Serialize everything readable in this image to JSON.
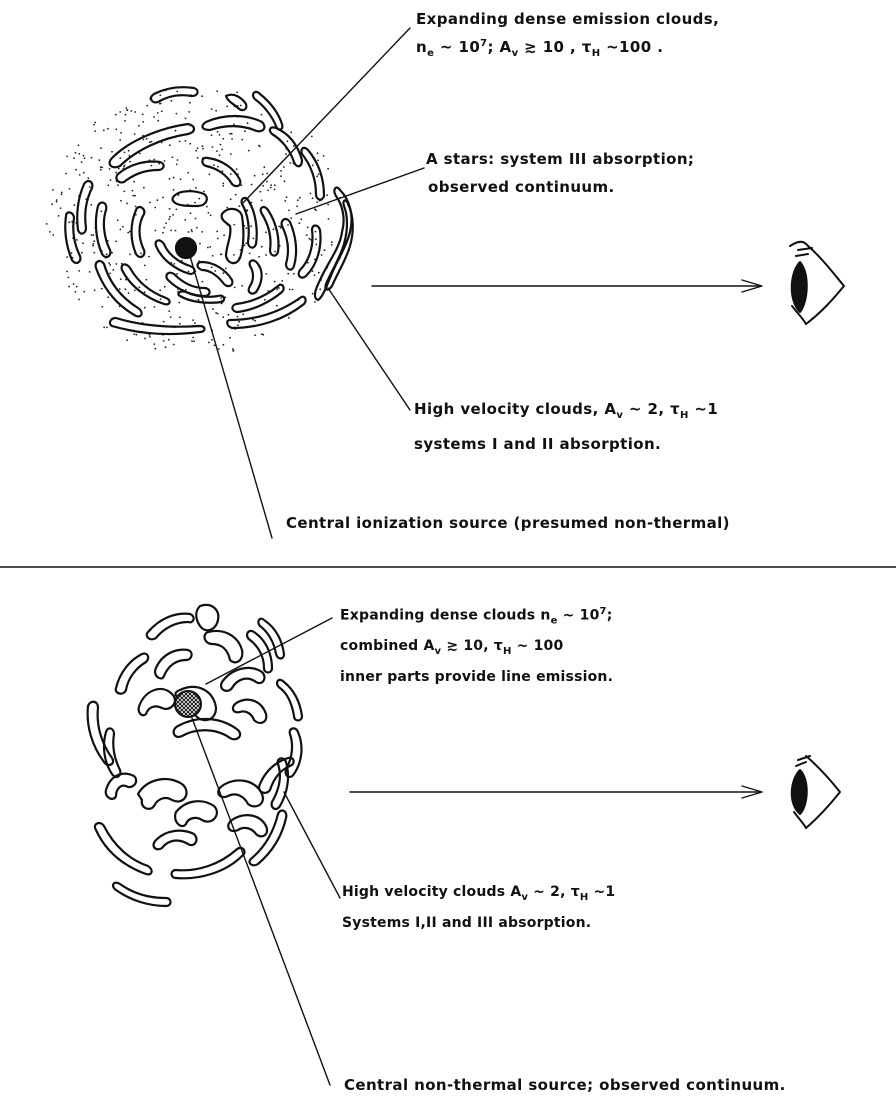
{
  "top_panel": {
    "emission_clouds": {
      "line1": "Expanding dense emission clouds,",
      "line2": "n",
      "ne_sub": "e",
      "ne_eq": " ~ 10",
      "ne_exp": "7",
      "av_prefix": "; A",
      "av_sub": "v",
      "av_eq": " ≳ 10 , τ",
      "tau_sub": "H",
      "tau_eq": " ~100 ."
    },
    "a_stars": {
      "line1": "A stars: system III absorption;",
      "line2": "observed continuum."
    },
    "high_velocity": {
      "line1_a": "High velocity clouds, A",
      "line1_av_sub": "v",
      "line1_b": " ~ 2, τ",
      "line1_tau_sub": "H",
      "line1_c": " ~1",
      "line2": "systems I and II absorption."
    },
    "central_source": "Central ionization source (presumed non-thermal)"
  },
  "bottom_panel": {
    "dense_clouds": {
      "line1_a": "Expanding dense clouds n",
      "line1_ne_sub": "e",
      "line1_b": " ~ 10",
      "line1_exp": "7",
      "line1_c": ";",
      "line2_a": "combined A",
      "line2_av_sub": "v",
      "line2_b": " ≳ 10, τ",
      "line2_tau_sub": "H",
      "line2_c": " ~ 100",
      "line3": "inner parts provide line emission."
    },
    "high_velocity": {
      "line1_a": "High velocity clouds A",
      "line1_av_sub": "v",
      "line1_b": " ~ 2, τ",
      "line1_tau_sub": "H",
      "line1_c": " ~1",
      "line2": "Systems I,II and III absorption."
    },
    "central_source": "Central non-thermal source; observed continuum."
  }
}
